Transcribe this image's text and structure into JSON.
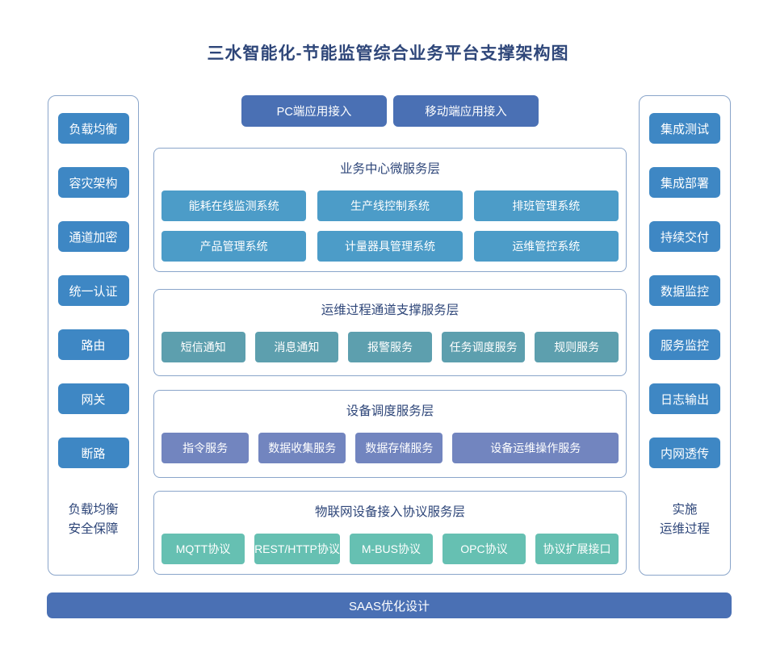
{
  "title": "三水智能化-节能监管综合业务平台支撑架构图",
  "colors": {
    "title_text": "#2e4679",
    "side_button": "#3e87c4",
    "box_border": "#8aa5ca",
    "app_access": "#4a70b4",
    "business_service": "#4c9cc8",
    "channel_service": "#5d9fae",
    "device_service": "#7285bf",
    "protocol_service": "#66c0b2",
    "button_text": "#ffffff"
  },
  "top_buttons": [
    "PC端应用接入",
    "移动端应用接入"
  ],
  "left_panel": {
    "items": [
      "负载均衡",
      "容灾架构",
      "通道加密",
      "统一认证",
      "路由",
      "网关",
      "断路"
    ],
    "caption_line1": "负载均衡",
    "caption_line2": "安全保障"
  },
  "right_panel": {
    "items": [
      "集成测试",
      "集成部署",
      "持续交付",
      "数据监控",
      "服务监控",
      "日志输出",
      "内网透传"
    ],
    "caption_line1": "实施",
    "caption_line2": "运维过程"
  },
  "sections": [
    {
      "title": "业务中心微服务层",
      "rows": [
        [
          "能耗在线监测系统",
          "生产线控制系统",
          "排班管理系统"
        ],
        [
          "产品管理系统",
          "计量器具管理系统",
          "运维管控系统"
        ]
      ]
    },
    {
      "title": "运维过程通道支撑服务层",
      "rows": [
        [
          "短信通知",
          "消息通知",
          "报警服务",
          "任务调度服务",
          "规则服务"
        ]
      ]
    },
    {
      "title": "设备调度服务层",
      "rows": [
        [
          "指令服务",
          "数据收集服务",
          "数据存储服务",
          "设备运维操作服务"
        ]
      ]
    },
    {
      "title": "物联网设备接入协议服务层",
      "rows": [
        [
          "MQTT协议",
          "REST/HTTP协议",
          "M-BUS协议",
          "OPC协议",
          "协议扩展接口"
        ]
      ]
    }
  ],
  "bottom_bar": "SAAS优化设计"
}
